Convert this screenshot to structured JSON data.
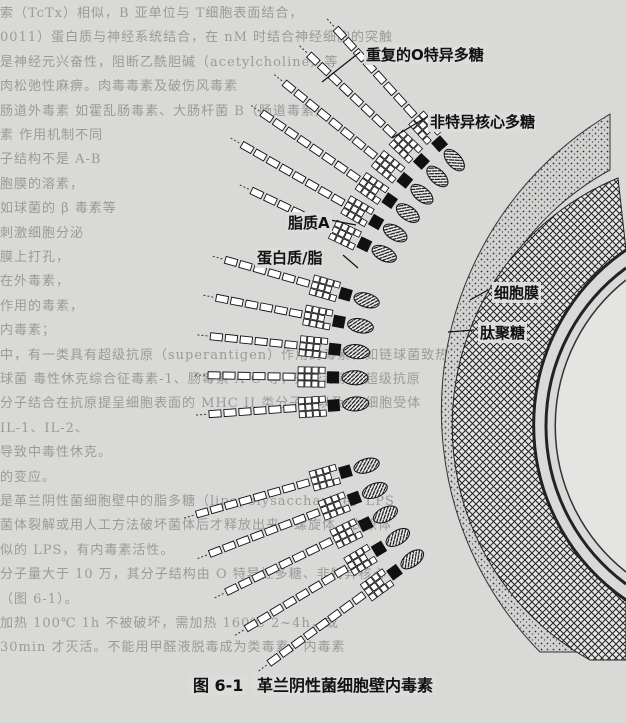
{
  "labels": {
    "o_antigen": "重复的O特异多糖",
    "core": "非特异核心多糖",
    "lipid_a": "脂质A",
    "protein_lipid": "蛋白质/脂",
    "membrane": "细胞膜",
    "peptidoglycan": "肽聚糖"
  },
  "caption": {
    "number": "图 6-1",
    "text": "革兰阴性菌细胞壁内毒素"
  },
  "background_text": [
    "索（TcTx）相似，B 亚单位与 T细胞表面结合，",
    "0011）蛋白质与神经系统结合，在 nM 时结合神经细胞的突触",
    "是神经元兴奋性，阻断乙酰胆碱（acetylcholine）等",
    "肉松弛性麻痹。肉毒毒素及破伤风毒素",
    "肠道外毒素 如霍乱肠毒素、大肠杆菌 B（肠道毒素）",
    "素 作用机制不同",
    "子结构不是 A-B",
    "胞膜的溶素，",
    "如球菌的 β 毒素等",
    "刺激细胞分泌",
    "膜上打孔，",
    "  在外毒素，",
    "作用的毒素，",
    "内毒素；",
    "中，有一类具有超级抗原（superantigen）作用的毒素，如链球菌致热外毒素",
    "球菌 毒性休克综合征毒素-1、肠毒素 A-C 等，这些毒素是超级抗原",
    "分子结合在抗原提呈细胞表面的 MHC II 类分子，以及 T 细胞受体",
    "IL-1、IL-2、",
    "导致中毒性休克。",
    "的变应。",
    "是革兰阴性菌细胞壁中的脂多糖（lipopolysaccharide，LPS",
    "菌体裂解或用人工方法破坏菌体后才释放出来。螺旋体、衣原体",
    "似的 LPS，有内毒素活性。",
    "分子量大于 10 万，其分子结构由 O 特异性多糖、非特异核心",
    "（图 6-1）。",
    "加热 100℃ 1h 不被破坏，需加热 160℃ 2~4h，或",
    "30min 才灭活。不能用甲醛液脱毒成为类毒素，内毒素"
  ]
}
